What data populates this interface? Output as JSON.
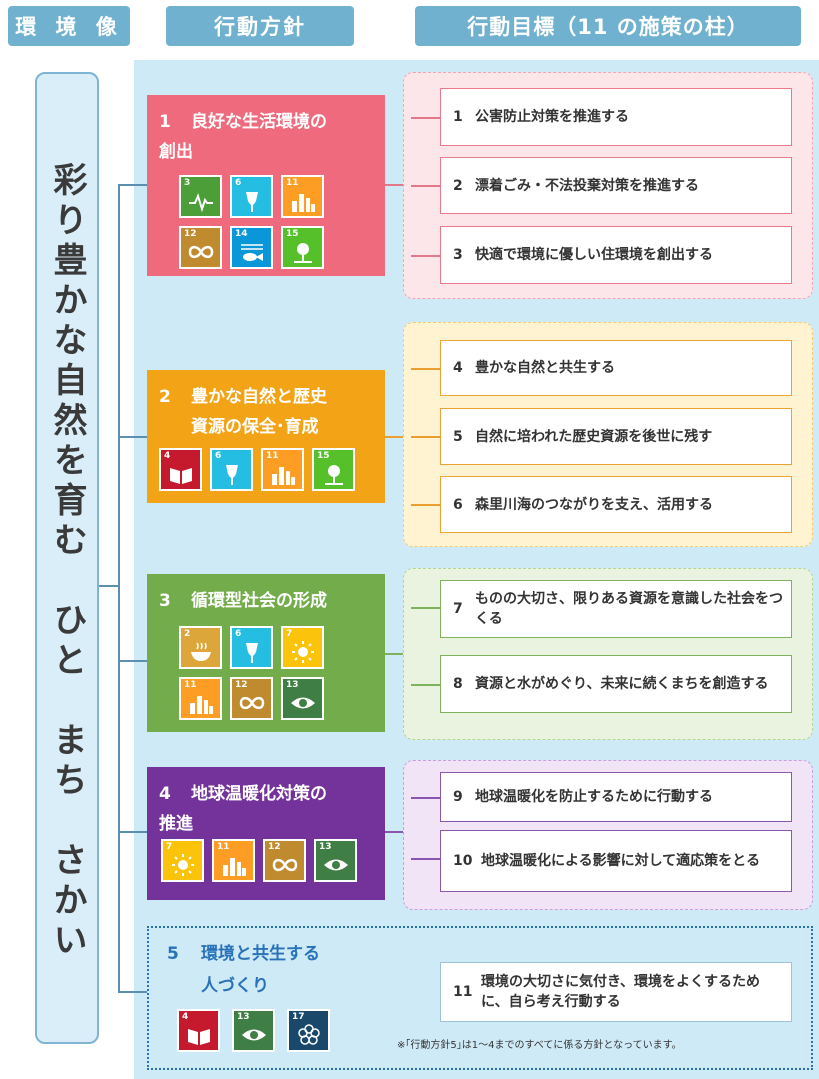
{
  "headers": {
    "environment": "環 境 像",
    "policy": "行動方針",
    "target": "行動目標（11 の施策の柱）"
  },
  "vision": "彩り豊かな自然を育む　ひと　まち　さかい",
  "policies": [
    {
      "num": "1",
      "line1": "良好な生活環境の",
      "line2": "創出",
      "icons": [
        {
          "n": "3",
          "color": "#4c9f38",
          "icon": "heartbeat-icon"
        },
        {
          "n": "6",
          "color": "#26bde2",
          "icon": "water-drop-icon"
        },
        {
          "n": "11",
          "color": "#fd9d24",
          "icon": "buildings-icon"
        },
        {
          "n": "12",
          "color": "#bf8b2e",
          "icon": "infinity-icon"
        },
        {
          "n": "14",
          "color": "#0a97d9",
          "icon": "fish-icon"
        },
        {
          "n": "15",
          "color": "#56c02b",
          "icon": "tree-icon"
        }
      ]
    },
    {
      "num": "2",
      "line1": "豊かな自然と歴史",
      "line2": "資源の保全･育成",
      "icons": [
        {
          "n": "4",
          "color": "#c5192d",
          "icon": "book-icon"
        },
        {
          "n": "6",
          "color": "#26bde2",
          "icon": "water-drop-icon"
        },
        {
          "n": "11",
          "color": "#fd9d24",
          "icon": "buildings-icon"
        },
        {
          "n": "15",
          "color": "#56c02b",
          "icon": "tree-icon"
        }
      ]
    },
    {
      "num": "3",
      "line1": "循環型社会の形成",
      "line2": "",
      "icons": [
        {
          "n": "2",
          "color": "#dda63a",
          "icon": "bowl-icon"
        },
        {
          "n": "6",
          "color": "#26bde2",
          "icon": "water-drop-icon"
        },
        {
          "n": "7",
          "color": "#fcc30b",
          "icon": "sun-icon"
        },
        {
          "n": "11",
          "color": "#fd9d24",
          "icon": "buildings-icon"
        },
        {
          "n": "12",
          "color": "#bf8b2e",
          "icon": "infinity-icon"
        },
        {
          "n": "13",
          "color": "#3f7e44",
          "icon": "eye-icon"
        }
      ]
    },
    {
      "num": "4",
      "line1": "地球温暖化対策の",
      "line2": "推進",
      "icons": [
        {
          "n": "7",
          "color": "#fcc30b",
          "icon": "sun-icon"
        },
        {
          "n": "11",
          "color": "#fd9d24",
          "icon": "buildings-icon"
        },
        {
          "n": "12",
          "color": "#bf8b2e",
          "icon": "infinity-icon"
        },
        {
          "n": "13",
          "color": "#3f7e44",
          "icon": "eye-icon"
        }
      ]
    }
  ],
  "policy5": {
    "num": "5",
    "line1": "環境と共生する",
    "line2": "人づくり",
    "icons": [
      {
        "n": "4",
        "color": "#c5192d",
        "icon": "book-icon"
      },
      {
        "n": "13",
        "color": "#3f7e44",
        "icon": "eye-icon"
      },
      {
        "n": "17",
        "color": "#19486a",
        "icon": "flower-icon"
      }
    ]
  },
  "targets": [
    {
      "num": "1",
      "text": "公害防止対策を推進する"
    },
    {
      "num": "2",
      "text": "漂着ごみ・不法投棄対策を推進する"
    },
    {
      "num": "3",
      "text": "快適で環境に優しい住環境を創出する"
    },
    {
      "num": "4",
      "text": "豊かな自然と共生する"
    },
    {
      "num": "5",
      "text": "自然に培われた歴史資源を後世に残す"
    },
    {
      "num": "6",
      "text": "森里川海のつながりを支え、活用する"
    },
    {
      "num": "7",
      "text": "ものの大切さ、限りある資源を意識した社会をつくる"
    },
    {
      "num": "8",
      "text": "資源と水がめぐり、未来に続くまちを創造する"
    },
    {
      "num": "9",
      "text": "地球温暖化を防止するために行動する"
    },
    {
      "num": "10",
      "text": "地球温暖化による影響に対して適応策をとる"
    },
    {
      "num": "11",
      "text": "環境の大切さに気付き、環境をよくするために、自ら考え行動する"
    }
  ],
  "note": "※｢行動方針5｣は1～4までのすべてに係る方針となっています。"
}
